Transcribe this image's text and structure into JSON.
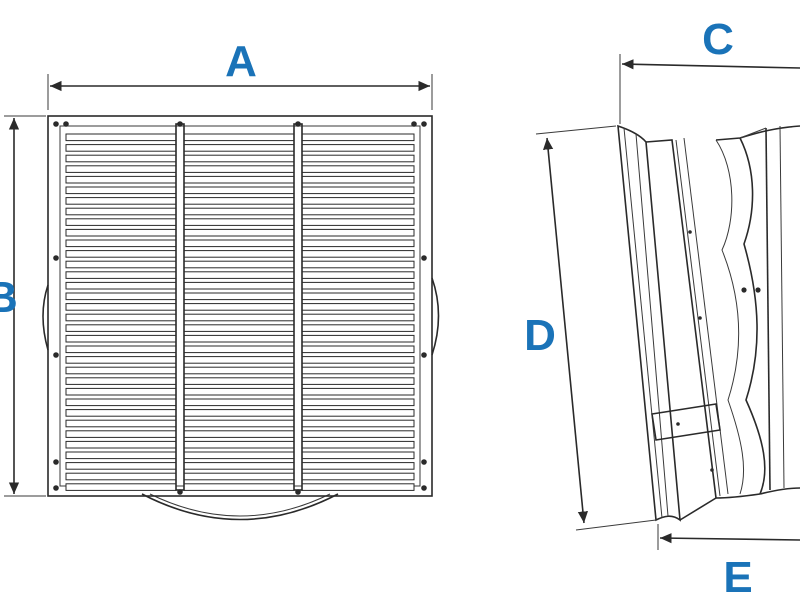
{
  "diagram": {
    "label_color": "#1a73b8",
    "line_color": "#2a2a2a",
    "labels": {
      "a": "A",
      "b": "B",
      "c": "C",
      "d": "D",
      "e": "E"
    },
    "views": [
      "front-view-louvered-grille",
      "side-view-fan-housing"
    ]
  }
}
